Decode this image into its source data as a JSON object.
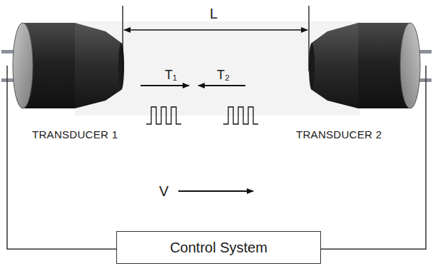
{
  "diagram": {
    "nodes": [
      {
        "text": [
          "TRANSDUCER 1"
        ]
      },
      {
        "text": [
          "TRANSDUCER 2"
        ]
      },
      {
        "text": [
          "Control System"
        ]
      }
    ],
    "edges": [
      {
        "from": 2,
        "to": 0,
        "arrow": "none"
      },
      {
        "from": 2,
        "to": 1,
        "arrow": "none"
      }
    ],
    "labels": [
      "L",
      "T₁",
      "T₂",
      "V"
    ]
  }
}
